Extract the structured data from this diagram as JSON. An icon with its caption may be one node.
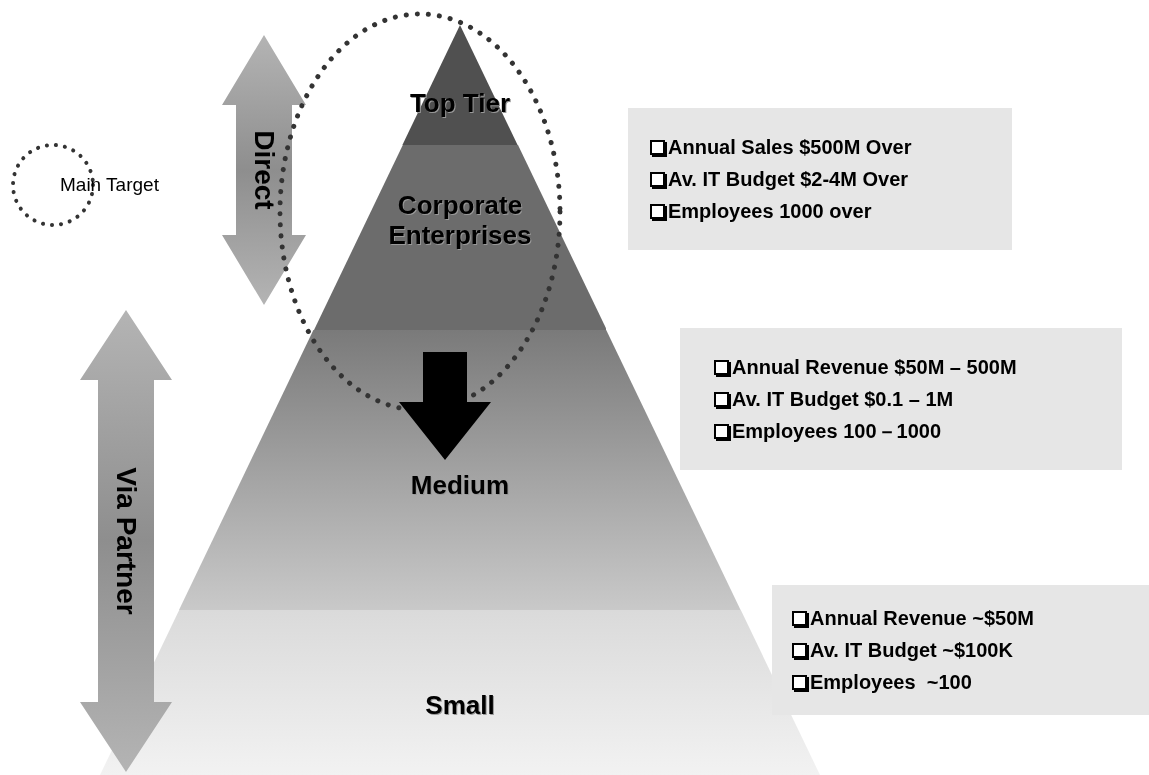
{
  "diagram": {
    "nodes": [
      {
        "text": [
          "Direct"
        ]
      },
      {
        "text": [
          "Top Tier"
        ]
      },
      {
        "text": [
          "Corporate Enterprises"
        ]
      },
      {
        "text": [
          "Medium"
        ]
      },
      {
        "text": [
          "Small"
        ]
      },
      {
        "text": [
          "Via Partner"
        ]
      },
      {
        "text": [
          "Annual Sales $500M Over",
          "Av. IT Budget $2-4M Over",
          "Employees 1000 over"
        ]
      },
      {
        "text": [
          "Annual Revenue $50M – 500M",
          "Av. IT Budget $0.1 – 1M",
          "Employees 100－1000"
        ]
      },
      {
        "text": [
          "Annual Revenue ~$50M",
          "Av. IT Budget ~$100K",
          "Employees  ~100"
        ]
      }
    ],
    "edges": [
      {
        "from": 2,
        "to": 3,
        "arrow": "to",
        "style": "thick"
      }
    ],
    "legend": [
      {
        "text": "Main Target"
      }
    ]
  }
}
